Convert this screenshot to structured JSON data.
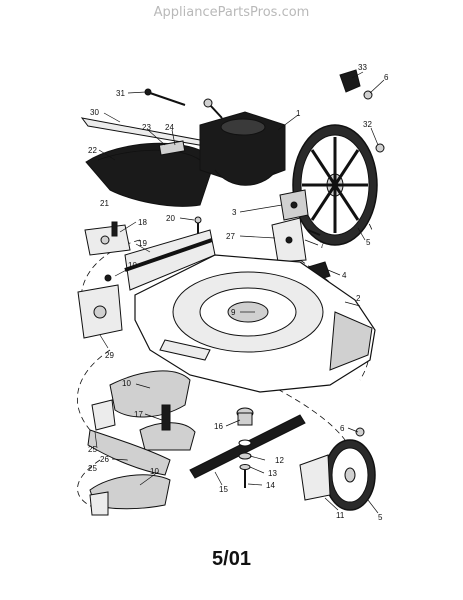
{
  "watermark": "AppliancePartsPros.com",
  "footer_label": "5/01",
  "callouts": {
    "c1": "1",
    "c2": "2",
    "c3": "3",
    "c4": "4",
    "c5a": "5",
    "c5b": "5",
    "c6a": "6",
    "c6b": "6",
    "c7": "7",
    "c9": "9",
    "c10a": "10",
    "c10b": "10",
    "c10c": "10",
    "c11": "11",
    "c12": "12",
    "c13": "13",
    "c14": "14",
    "c15": "15",
    "c16": "16",
    "c17": "17",
    "c18": "18",
    "c19": "19",
    "c20": "20",
    "c21": "21",
    "c22": "22",
    "c23": "23",
    "c24": "24",
    "c25a": "25",
    "c25b": "25",
    "c26": "26",
    "c27": "27",
    "c29": "29",
    "c30": "30",
    "c31": "31",
    "c32": "32",
    "c33": "33"
  }
}
